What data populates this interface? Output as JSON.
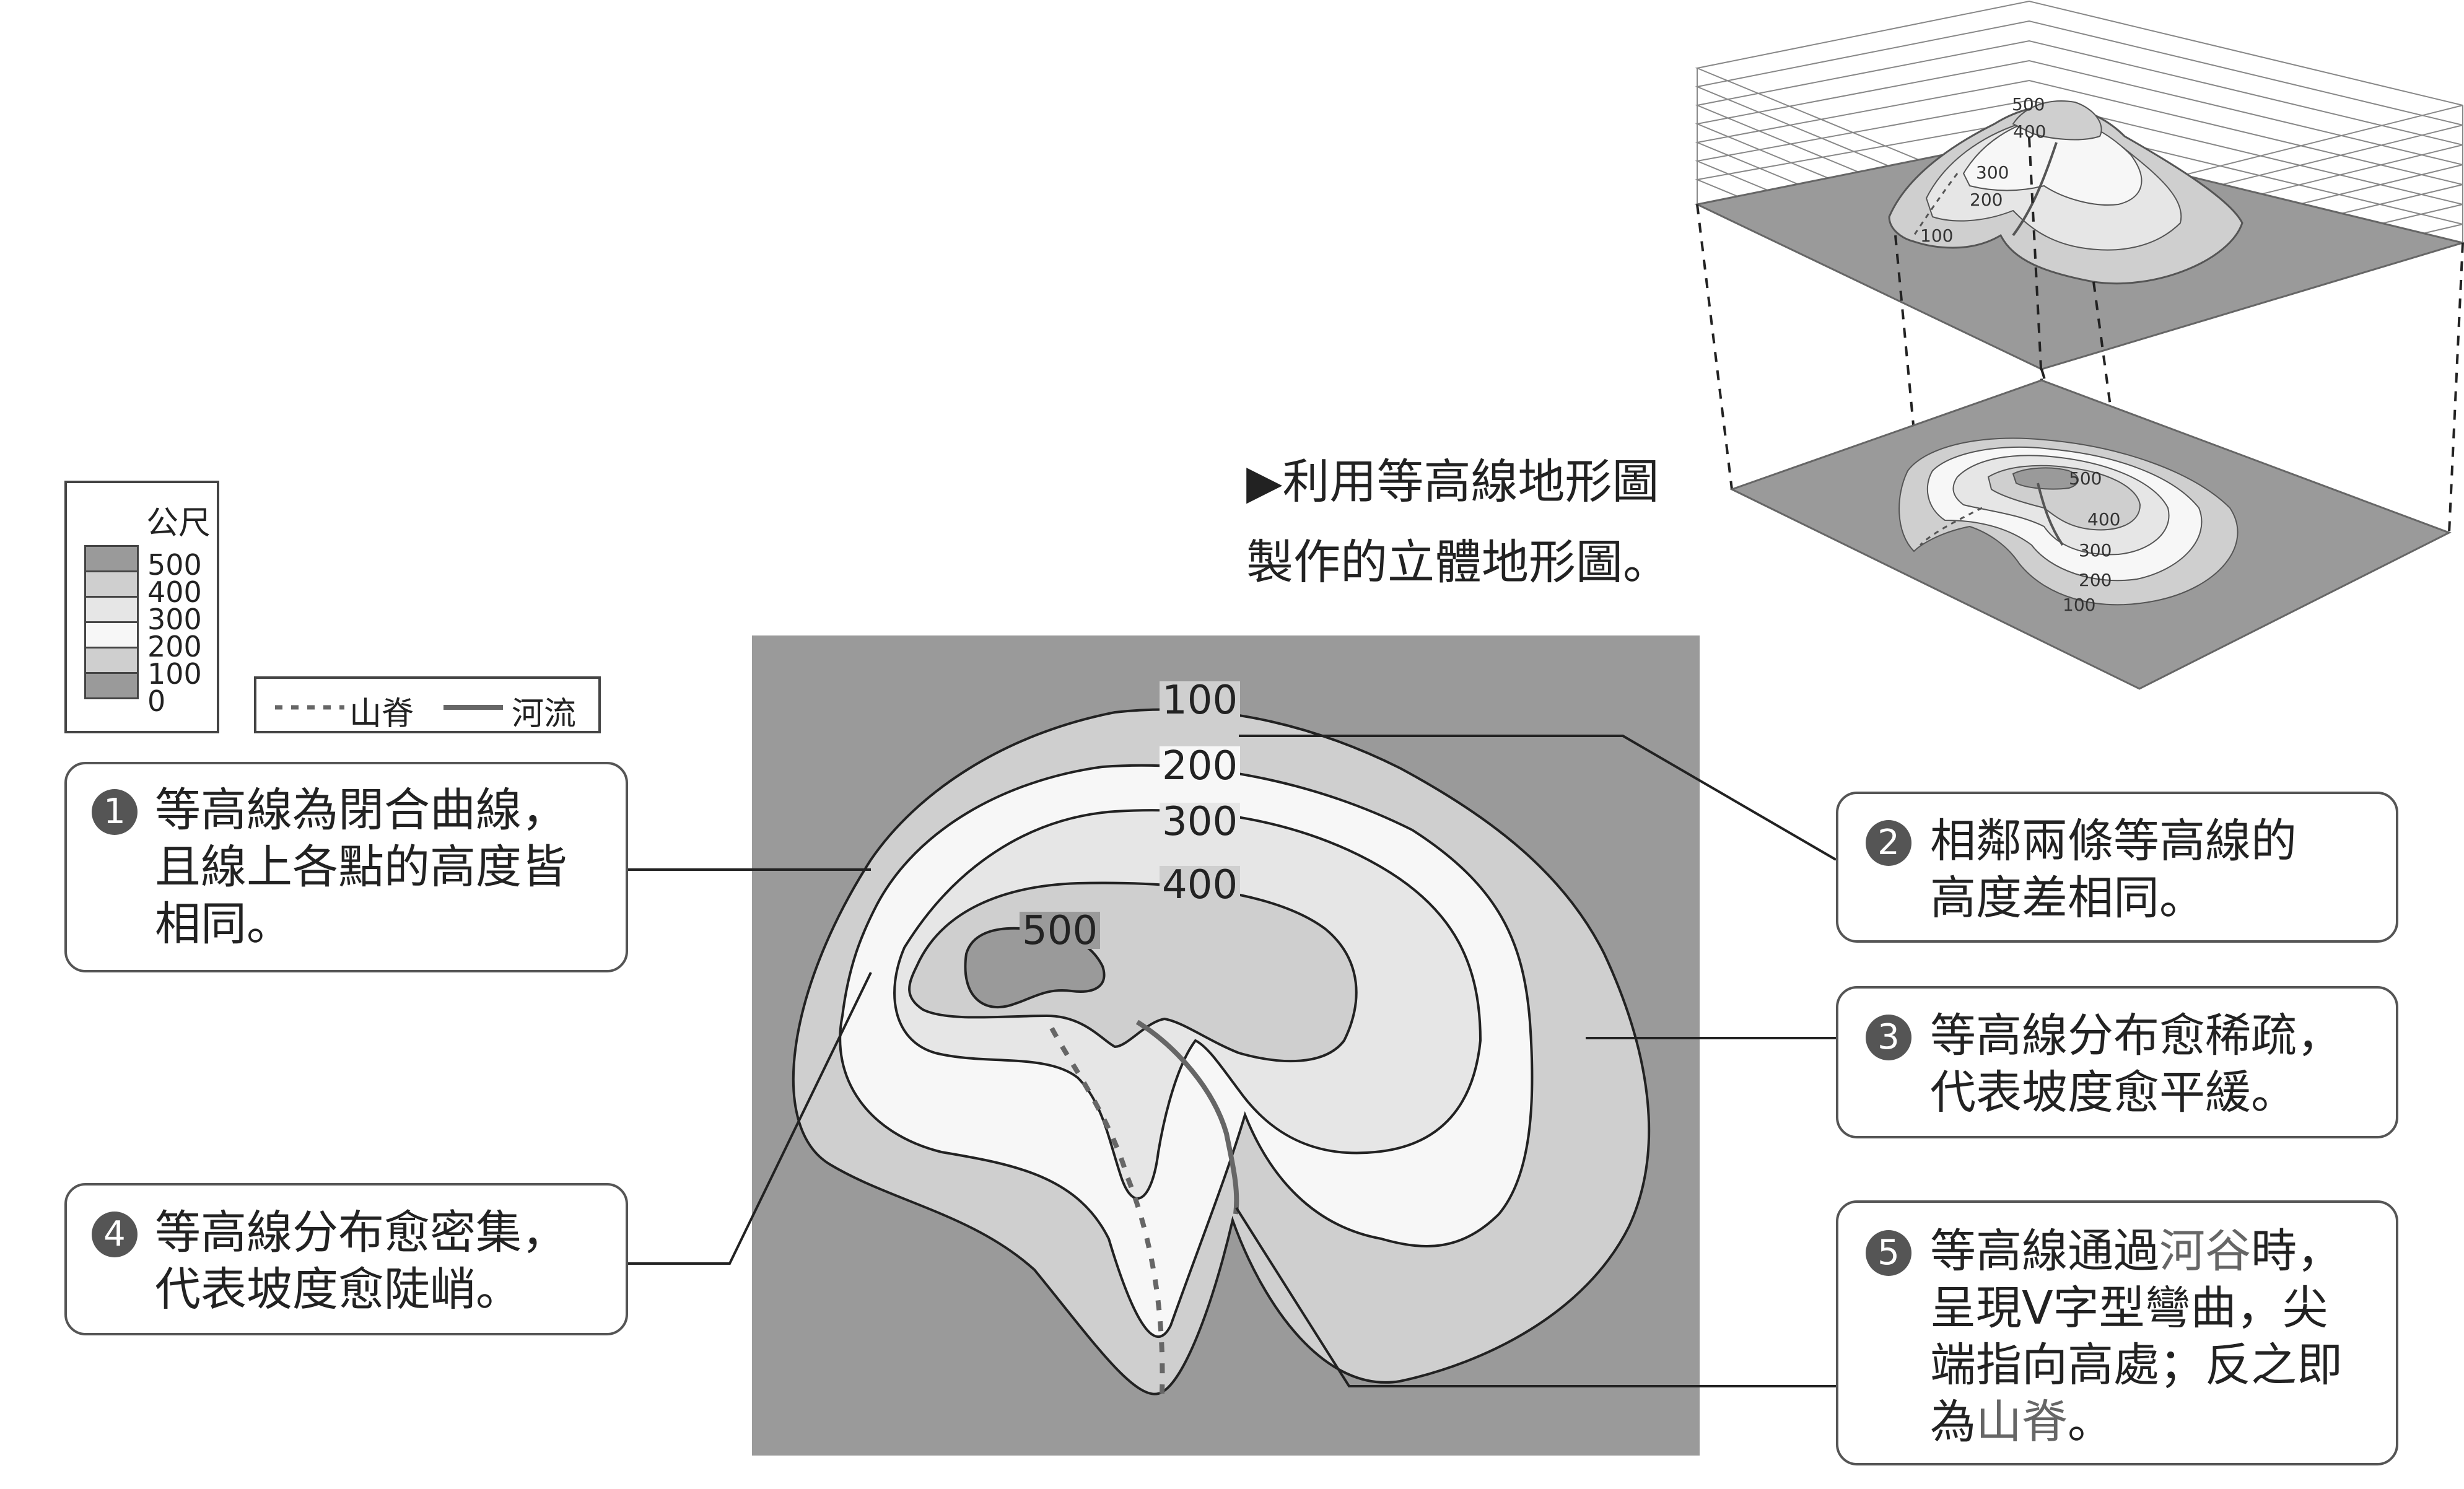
{
  "legend": {
    "unit": "公尺",
    "values": [
      "500",
      "400",
      "300",
      "200",
      "100",
      "0"
    ],
    "colors": [
      "#9a9a9a",
      "#cfcfcf",
      "#e6e6e6",
      "#f7f7f7",
      "#cfcfcf",
      "#9a9a9a"
    ]
  },
  "line_legend": {
    "ridge": "山脊",
    "river": "河流"
  },
  "caption": {
    "line1": "▶利用等高線地形圖",
    "line2": "製作的立體地形圖。"
  },
  "contour_labels": [
    "100",
    "200",
    "300",
    "400",
    "500"
  ],
  "block_upper_labels": [
    "500",
    "400",
    "300",
    "200",
    "100"
  ],
  "block_lower_labels": [
    "500",
    "400",
    "300",
    "200",
    "100"
  ],
  "notes": [
    {
      "num": "1",
      "lines": [
        "等高線為閉合曲線，",
        "且線上各點的高度皆",
        "相同。"
      ]
    },
    {
      "num": "2",
      "lines": [
        "相鄰兩條等高線的",
        "高度差相同。"
      ]
    },
    {
      "num": "3",
      "lines": [
        "等高線分布愈稀疏，",
        "代表坡度愈平緩。"
      ]
    },
    {
      "num": "4",
      "lines": [
        "等高線分布愈密集，",
        "代表坡度愈陡峭。"
      ]
    },
    {
      "num": "5",
      "line1_a": "等高線通過",
      "line1_b": "河谷",
      "line1_c": "時，",
      "line2": "呈現V字型彎曲，尖",
      "line3": "端指向高處；反之即",
      "line4_a": "為",
      "line4_b": "山脊",
      "line4_c": "。"
    }
  ]
}
